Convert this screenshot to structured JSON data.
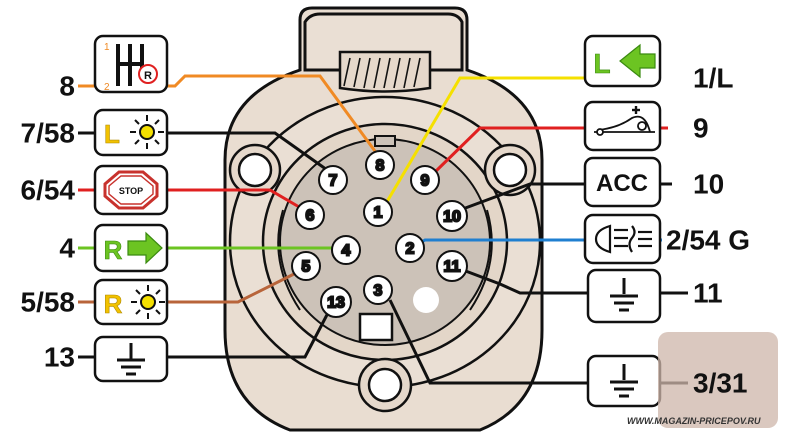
{
  "left_labels": {
    "pin8": "8",
    "pin7": "7/58",
    "pin6": "6/54",
    "pin4": "4",
    "pin5": "5/58",
    "pin13": "13"
  },
  "right_labels": {
    "pin1": "1/L",
    "pin9": "9",
    "pin10": "10",
    "pin2": "2/54 G",
    "pin11": "11",
    "pin3": "3/31"
  },
  "icons": {
    "gear_top_mark": "1",
    "gear_bottom_mark": "2",
    "gear_reverse_mark": "R",
    "left_lamp_letter": "L",
    "stop_text": "STOP",
    "reverse_letter": "R",
    "right_lamp_letter": "R",
    "left_turn_letter": "L",
    "acc_text": "ACC"
  },
  "pins": {
    "p1": "1",
    "p2": "2",
    "p3": "3",
    "p4": "4",
    "p5": "5",
    "p6": "6",
    "p7": "7",
    "p8": "8",
    "p9": "9",
    "p10": "10",
    "p11": "11",
    "p13": "13"
  },
  "wire_colors": {
    "pin8": "#f08a24",
    "pin7": "#111111",
    "pin6": "#e02020",
    "pin4": "#6cc422",
    "pin5": "#b8643a",
    "pin13": "#111111",
    "pin1": "#f5e000",
    "pin9": "#e02020",
    "pin10": "#111111",
    "pin2": "#1f7fd0",
    "pin11": "#111111",
    "pin3": "#111111"
  },
  "watermark": "WWW.MAGAZIN-PRICEPOV.RU"
}
